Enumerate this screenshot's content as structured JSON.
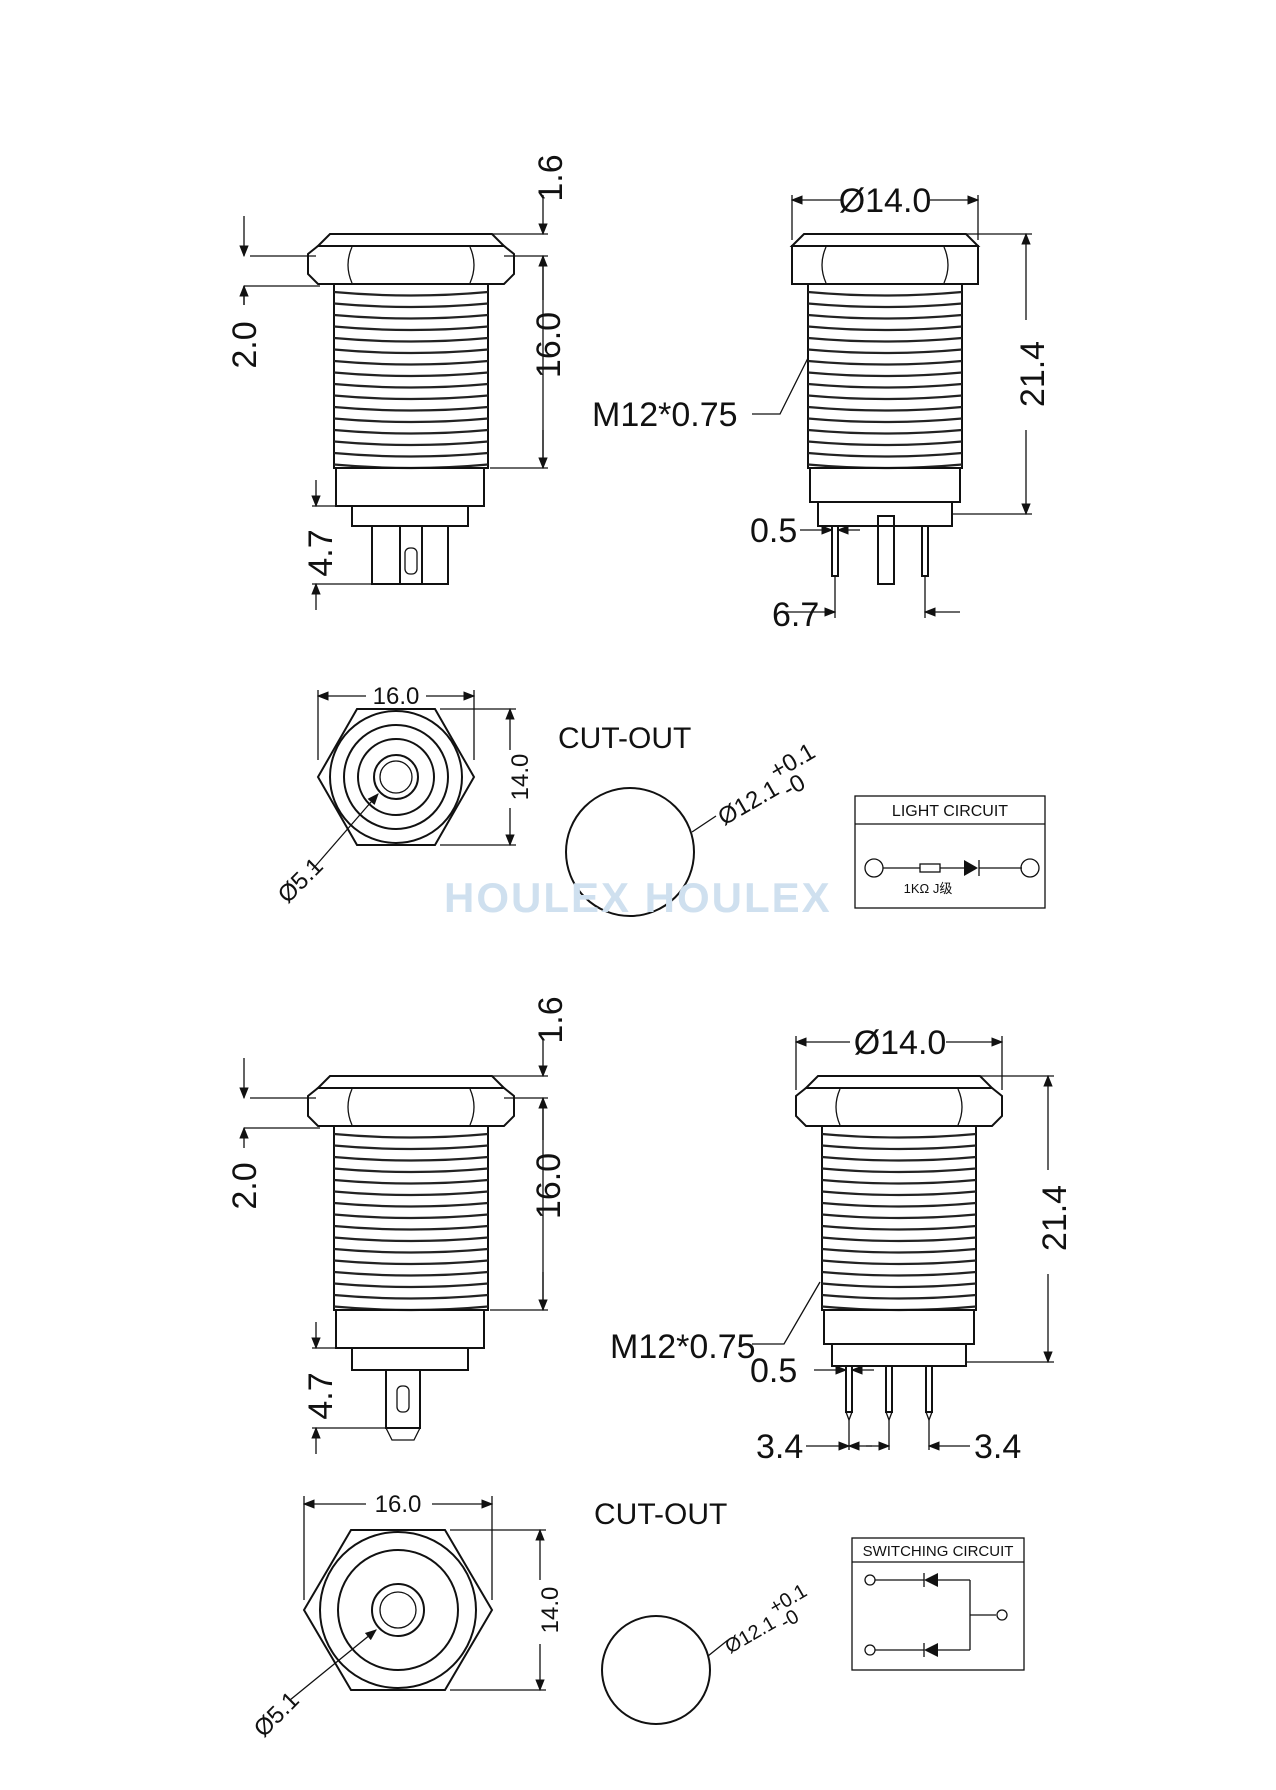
{
  "watermark": "HOULEX HOULEX",
  "drawing_1": {
    "side_view_dims": {
      "flange_height": "1.6",
      "nut_height": "2.0",
      "thread_length": "16.0",
      "terminal_length": "4.7"
    },
    "front_view_dims": {
      "diameter": "Ø14.0",
      "total_height": "21.4",
      "thread_spec": "M12*0.75",
      "pin_width": "0.5",
      "pin_spacing": "6.7"
    },
    "top_view_dims": {
      "width": "16.0",
      "height": "14.0",
      "center_diameter": "Ø5.1"
    },
    "cutout": {
      "title": "CUT-OUT",
      "diameter": "Ø12.1",
      "tol_plus": "+0.1",
      "tol_minus": "-0"
    },
    "circuit": {
      "title": "LIGHT CIRCUIT",
      "resistor_label": "1KΩ J级"
    }
  },
  "drawing_2": {
    "side_view_dims": {
      "flange_height": "1.6",
      "nut_height": "2.0",
      "thread_length": "16.0",
      "terminal_length": "4.7"
    },
    "front_view_dims": {
      "diameter": "Ø14.0",
      "total_height": "21.4",
      "thread_spec": "M12*0.75",
      "pin_width": "0.5",
      "pin_spacing_left": "3.4",
      "pin_spacing_right": "3.4"
    },
    "top_view_dims": {
      "width": "16.0",
      "height": "14.0",
      "center_diameter": "Ø5.1"
    },
    "cutout": {
      "title": "CUT-OUT",
      "diameter": "Ø12.1",
      "tol_plus": "+0.1",
      "tol_minus": "-0"
    },
    "circuit": {
      "title": "SWITCHING CIRCUIT"
    }
  }
}
